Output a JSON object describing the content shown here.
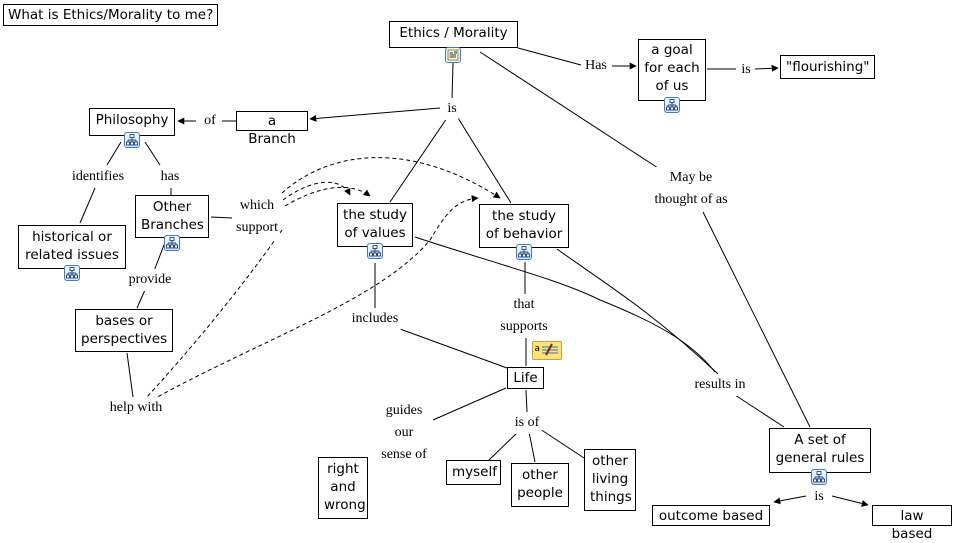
{
  "title": "What is Ethics/Morality to me?",
  "concepts": {
    "ethics": "Ethics / Morality",
    "goal": "a goal\nfor each\nof us",
    "flourishing": "\"flourishing\"",
    "philosophy": "Philosophy",
    "branch": "a Branch",
    "other_branches": "Other\nBranches",
    "historical": "historical or\nrelated issues",
    "bases": "bases or\nperspectives",
    "study_values": "the study\nof values",
    "study_behavior": "the study\nof behavior",
    "life": "Life",
    "right_wrong": "right\nand\nwrong",
    "myself": "myself",
    "other_people": "other\npeople",
    "other_living": "other\nliving\nthings",
    "general_rules": "A set of\ngeneral rules",
    "outcome_based": "outcome based",
    "law_based": "law based"
  },
  "links": {
    "has": "Has",
    "is_goal": "is",
    "is_main": "is",
    "of": "of",
    "identifies": "identifies",
    "has_branches": "has",
    "which_support": "which\nsupport",
    "provide": "provide",
    "help_with": "help with",
    "includes": "includes",
    "that_supports": "that\nsupports",
    "guides": "guides\nour\nsense of",
    "is_of": "is of",
    "may_be": "May be\nthought of as",
    "results_in": "results in",
    "is_rules": "is"
  },
  "icons": {
    "ethics_resource": "document-image-icon",
    "hierarchy": "concept-map-icon",
    "note": "annotation-note-icon"
  },
  "colors": {
    "line": "#000000",
    "icon_border": "#3d7cc9",
    "note_fill": "#fde27a"
  }
}
